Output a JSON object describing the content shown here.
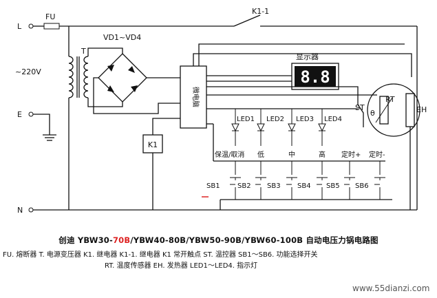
{
  "labels": {
    "L": "L",
    "E": "E",
    "N": "N",
    "FU": "FU",
    "K1_1": "K1-1",
    "VD": "VD1~VD4",
    "T": "T",
    "V220": "~220V",
    "display": "显示器",
    "digits": "8.8",
    "ctrl": "微电脑",
    "K1": "K1",
    "ST": "ST",
    "RT": "RT",
    "theta": "θ",
    "EH": "EH",
    "LED1": "LED1",
    "LED2": "LED2",
    "LED3": "LED3",
    "LED4": "LED4"
  },
  "functions": [
    "保温/取消",
    "低",
    "中",
    "高",
    "定时+",
    "定时-"
  ],
  "switches": [
    "SB1",
    "SB2",
    "SB3",
    "SB4",
    "SB5",
    "SB6"
  ],
  "caption": {
    "title_prefix": "创迪 YBW30-",
    "title_red": "70B",
    "title_rest": "/YBW40-80B/YBW50-90B/YBW60-100B 自动电压力锅电路图",
    "legend1": "FU. 熔断器  T. 电源变压器  K1. 继电器  K1-1. 继电器 K1 常开触点  ST. 温控器  SB1～SB6. 功能选择开关",
    "legend2": "RT. 温度传感器  EH. 发热器  LED1～LED4. 指示灯"
  },
  "watermark": "www.55dianzi.com",
  "colors": {
    "line": "#111111",
    "highlight": "#d22222"
  }
}
